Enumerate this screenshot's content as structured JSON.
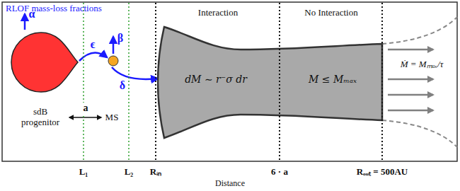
{
  "diagram": {
    "nodes": [
      {
        "text": [
          "dM ∼ r⁻σ dr",
          "M ≤ Mₘₐₓ"
        ]
      }
    ],
    "labels": [
      "RLOF mass-loss fractions",
      "α",
      "ϵ",
      "β",
      "δ",
      "sdB progenitor",
      "a",
      "MS",
      "Interaction",
      "No Interaction",
      "Ṁ = Mₘₐₓ/τ",
      "L₁",
      "L₂",
      "Rᵢₙ",
      "6 · a",
      "Rₒᵤₜ = 500AU",
      "Distance"
    ]
  }
}
